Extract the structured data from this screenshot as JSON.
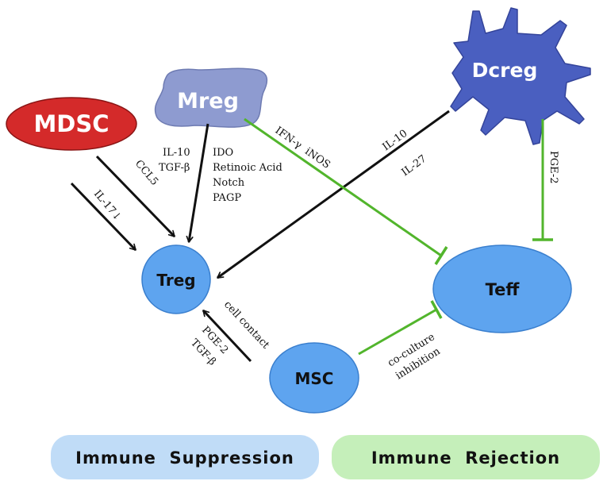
{
  "colors": {
    "mdsc": "#d42a2a",
    "mreg": "#8e9bd0",
    "dcreg": "#4a5fc0",
    "cell_blue": "#5ea4ef",
    "black_arrow": "#111111",
    "green_inhibit": "#52b52c",
    "suppression_bg": "#c0dcf7",
    "rejection_bg": "#c5efba"
  },
  "nodes": {
    "mdsc": "MDSC",
    "mreg": "Mreg",
    "dcreg": "Dcreg",
    "treg": "Treg",
    "teff": "Teff",
    "msc": "MSC"
  },
  "edges": {
    "mdsc_il17": "IL-17↓",
    "mdsc_ccl5": "CCL5",
    "mreg_left": [
      "IL-10",
      "TGF-β"
    ],
    "mreg_right": [
      "IDO",
      "Retinoic Acid",
      "Notch",
      "PAGP"
    ],
    "mreg_teff": "IFN-γ  iNOS",
    "dcreg_treg": [
      "IL-10",
      "IL-27"
    ],
    "dcreg_teff": "PGE-2",
    "msc_treg_contact": "cell contact",
    "msc_treg_factors": [
      "PGE-2",
      "TGF-β"
    ],
    "msc_teff": [
      "co-culture",
      "inhibition"
    ]
  },
  "banners": {
    "suppression": "Immune  Suppression",
    "rejection": "Immune  Rejection"
  }
}
